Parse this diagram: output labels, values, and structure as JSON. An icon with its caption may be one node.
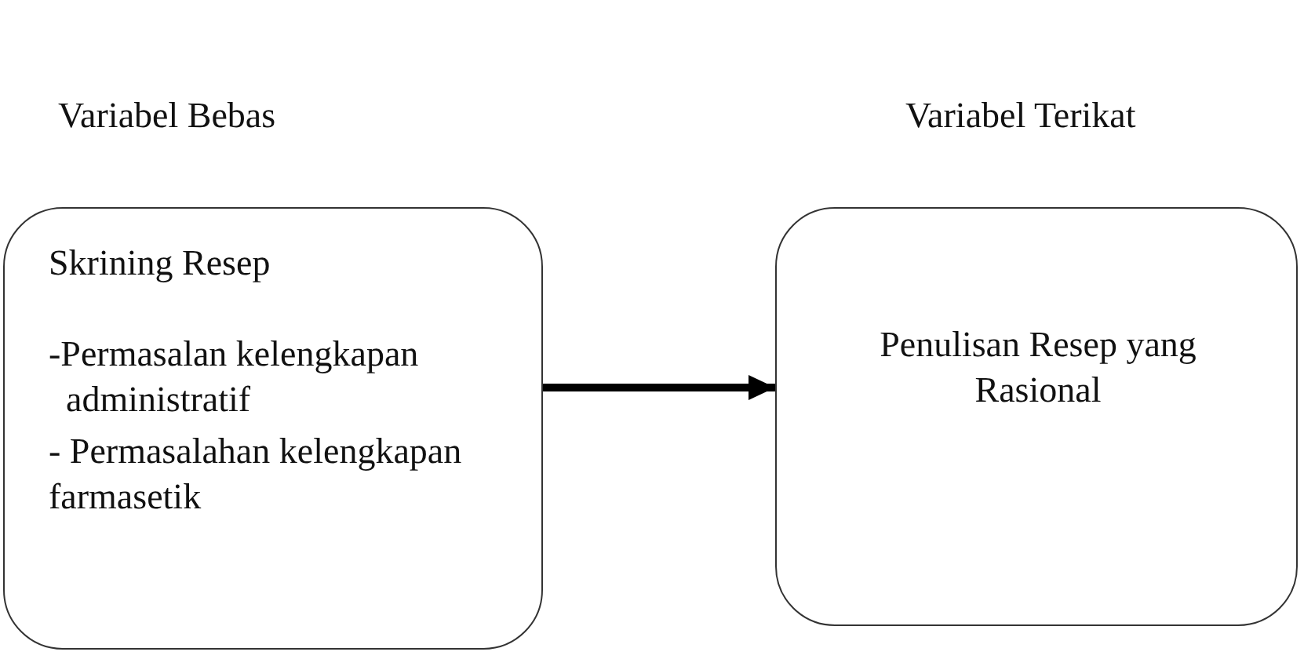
{
  "diagram": {
    "nodes": [
      {
        "text": [
          "Skrining Resep",
          "-Permasalan kelengkapan administratif",
          "- Permasalahan kelengkapan farmasetik"
        ]
      },
      {
        "text": [
          "Penulisan Resep yang Rasional"
        ]
      }
    ],
    "edges": [
      {
        "from": 0,
        "to": 1,
        "arrow": "to"
      }
    ],
    "labels": [
      "Variabel Bebas",
      "Variabel Terikat"
    ]
  }
}
